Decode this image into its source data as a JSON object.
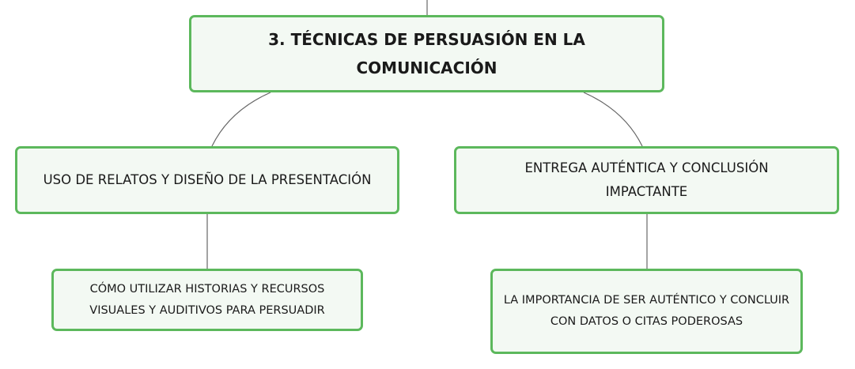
{
  "diagram": {
    "root": {
      "text": "3. TÉCNICAS DE PERSUASIÓN EN LA COMUNICACIÓN"
    },
    "branches": [
      {
        "text": "USO DE RELATOS Y DISEÑO DE LA PRESENTACIÓN",
        "child": {
          "text": "CÓMO UTILIZAR HISTORIAS Y RECURSOS VISUALES Y AUDITIVOS PARA PERSUADIR"
        }
      },
      {
        "text": "ENTREGA AUTÉNTICA Y CONCLUSIÓN IMPACTANTE",
        "child": {
          "text": "LA IMPORTANCIA DE SER AUTÉNTICO Y CONCLUIR CON DATOS O CITAS PODEROSAS"
        }
      }
    ],
    "colors": {
      "node_border": "#5cb85c",
      "node_fill": "#f3f9f3",
      "connector": "#666666",
      "text": "#1a1a1a"
    }
  }
}
